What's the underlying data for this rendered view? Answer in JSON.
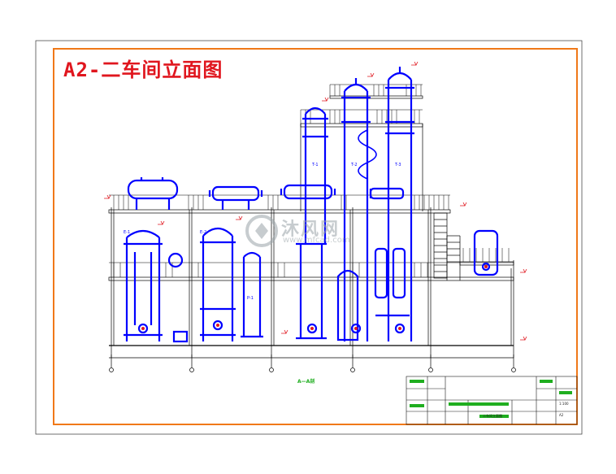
{
  "drawing": {
    "title": "A2-二车间立面图",
    "section_label": "A—A剖",
    "watermark": {
      "text": "沐风网",
      "url": "www.mfcad.com"
    },
    "equipment_tags": [
      "T-1",
      "T-2",
      "T-3",
      "E-1",
      "E-2",
      "P-1"
    ],
    "colors": {
      "frame": "#f07818",
      "equipment": "#0000ff",
      "structure": "#000000",
      "annotation": "#e0161e",
      "section_label": "#1fae1f",
      "title_block": "#1fae1f"
    }
  },
  "title_block": {
    "drawing_name": "二车间立面图",
    "scale": "1:100",
    "sheet": "A2"
  }
}
